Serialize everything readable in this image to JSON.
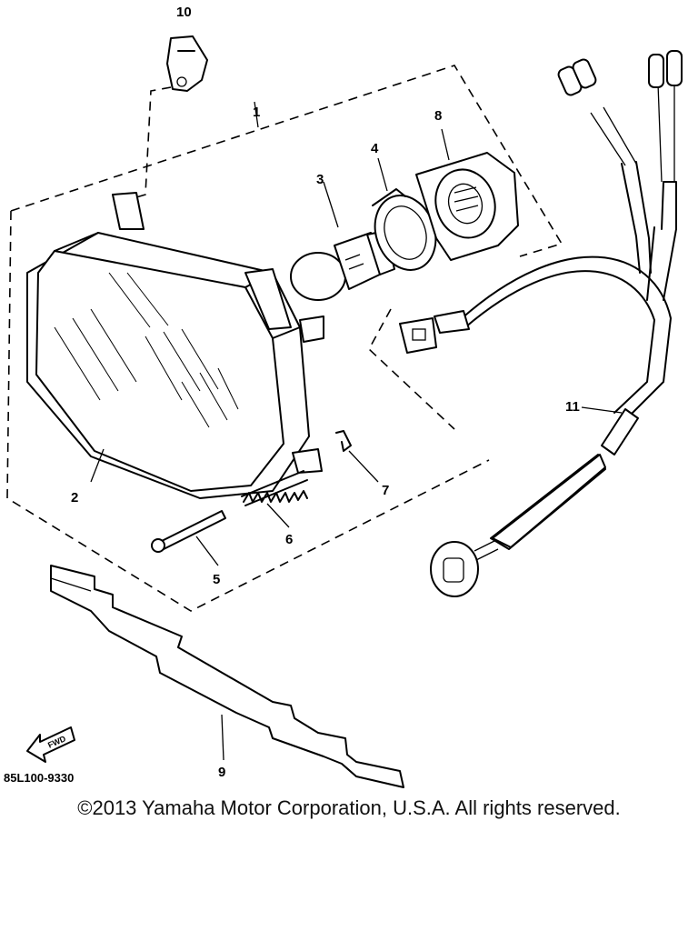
{
  "callouts": {
    "p1": "1",
    "p2": "2",
    "p3": "3",
    "p4": "4",
    "p5": "5",
    "p6": "6",
    "p7": "7",
    "p8": "8",
    "p9": "9",
    "p10": "10",
    "p11": "11"
  },
  "fwd_label": "FWD",
  "diagram_code": "85L100-9330",
  "copyright": "©2013 Yamaha Motor Corporation, U.S.A. All rights reserved."
}
